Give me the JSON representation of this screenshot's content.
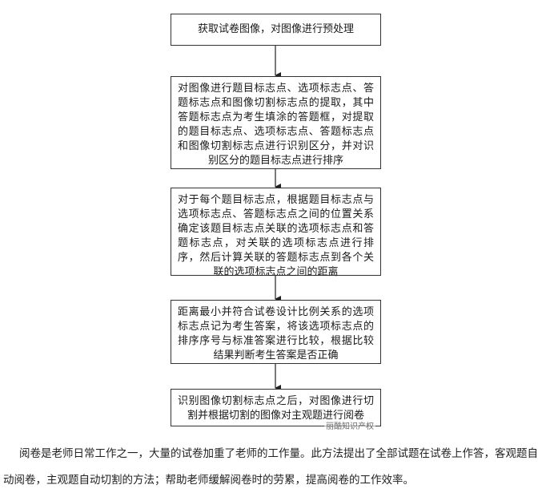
{
  "flowchart": {
    "steps": [
      "获取试卷图像，对图像进行预处理",
      "对图像进行题目标志点、选项标志点、答题标志点和图像切割标志点的提取，其中答题标志点为考生填涂的答题框，对提取的题目标志点、选项标志点、答题标志点和图像切割标志点进行识别区分，并对识别区分的题目标志点进行排序",
      "对于每个题目标志点，根据题目标志点与选项标志点、答题标志点之间的位置关系确定该题目标志点关联的选项标志点和答题标志点，对关联的选项标志点进行排序，然后计算关联的答题标志点到各个关联的选项标志点之间的距离",
      "距离最小并符合试卷设计比例关系的选项标志点记为考生答案，将该选项标志点的排序序号与标准答案进行比较，根据比较结果判断考生答案是否正确",
      "识别图像切割标志点之后，对图像进行切割并根据切割的图像对主观题进行阅卷"
    ],
    "watermark": "丽酷知识产权"
  },
  "description": "阅卷是老师日常工作之一，大量的试卷加重了老师的工作量。此方法提出了全部试题在试卷上作答，客观题自动阅卷，主观题自动切割的方法；帮助老师缓解阅卷时的劳累，提高阅卷的工作效率。"
}
